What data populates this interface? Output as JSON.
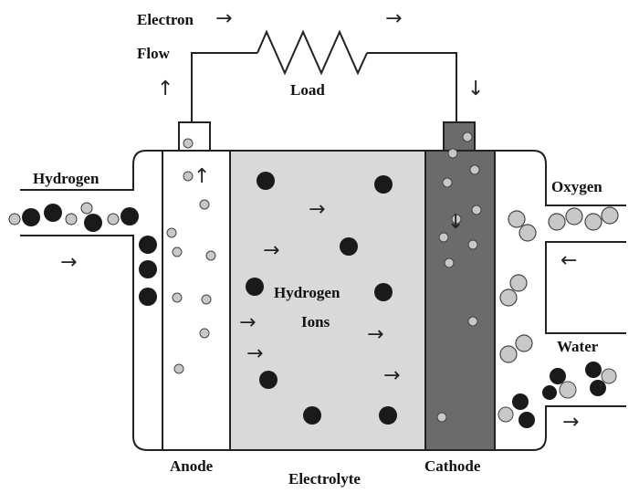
{
  "labels": {
    "electron": "Electron",
    "flow": "Flow",
    "load": "Load",
    "hydrogen": "Hydrogen",
    "oxygen": "Oxygen",
    "water": "Water",
    "hydrogen_ions_line1": "Hydrogen",
    "hydrogen_ions_line2": "Ions",
    "anode": "Anode",
    "electrolyte": "Electrolyte",
    "cathode": "Cathode"
  },
  "glyphs": {
    "right": "→",
    "left": "←",
    "up": "↑",
    "down": "↓"
  },
  "colors": {
    "electrolyte_fill": "#d9d9d9",
    "cathode_fill": "#6b6b6b",
    "anode_fill": "#ffffff",
    "molecule_dark": "#1a1a1a",
    "molecule_light": "#c8c8c8"
  }
}
